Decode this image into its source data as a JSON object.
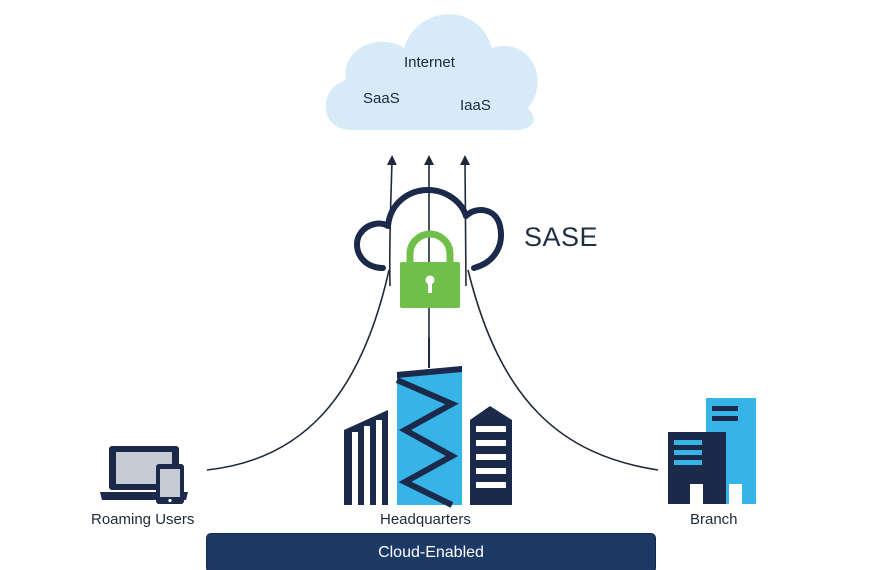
{
  "cloud": {
    "labels": [
      "Internet",
      "SaaS",
      "IaaS"
    ]
  },
  "sase": {
    "label": "SASE",
    "icons": [
      "cloud-outline-icon",
      "padlock-icon"
    ]
  },
  "nodes": {
    "roaming": {
      "label": "Roaming Users",
      "icon": "laptop-tablet-icon"
    },
    "headquarters": {
      "label": "Headquarters",
      "icon": "skyscraper-icon"
    },
    "branch": {
      "label": "Branch",
      "icon": "office-building-icon"
    }
  },
  "footer": {
    "label": "Cloud-Enabled"
  },
  "colors": {
    "cloud_fill": "#d6ebf7",
    "navy": "#1b2a4a",
    "sky_blue": "#36b4e8",
    "lock_green": "#6fbf4a",
    "bar_navy": "#1d3a66",
    "line": "#1e2a3a"
  }
}
